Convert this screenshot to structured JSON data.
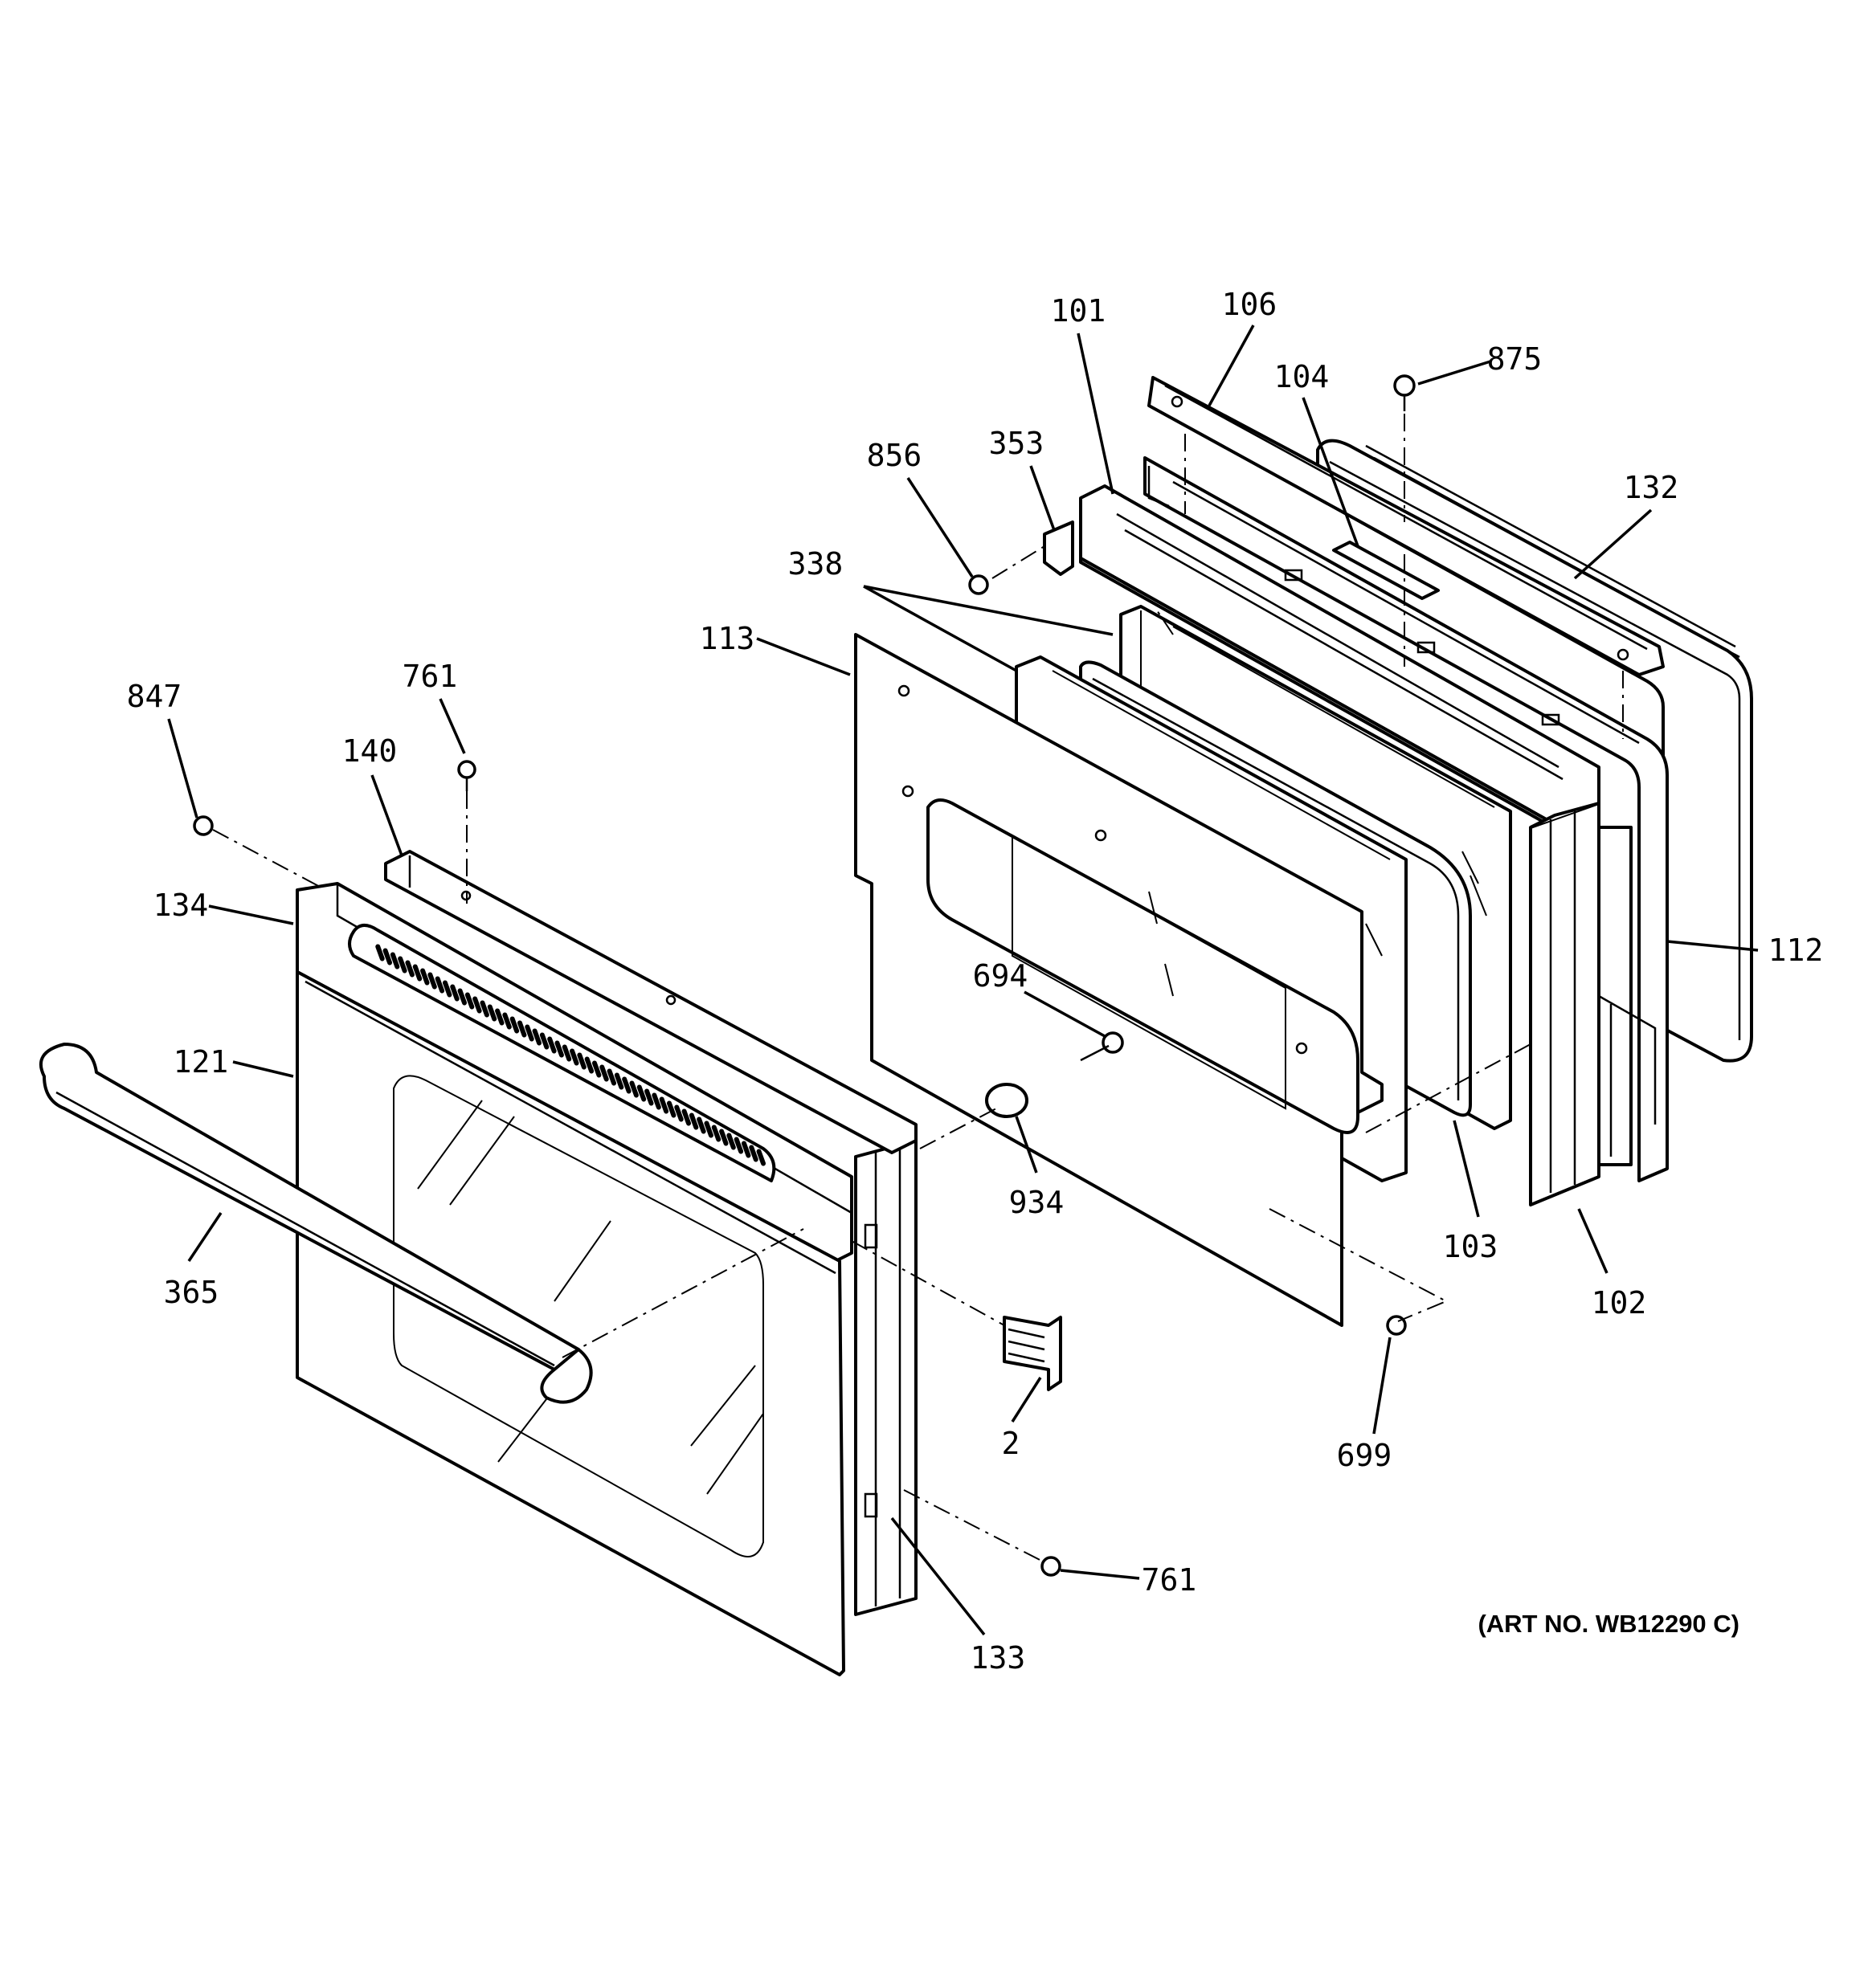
{
  "callouts": [
    {
      "id": "c101",
      "text": "101"
    },
    {
      "id": "c106",
      "text": "106"
    },
    {
      "id": "c104",
      "text": "104"
    },
    {
      "id": "c875",
      "text": "875"
    },
    {
      "id": "c132",
      "text": "132"
    },
    {
      "id": "c856",
      "text": "856"
    },
    {
      "id": "c353",
      "text": "353"
    },
    {
      "id": "c338",
      "text": "338"
    },
    {
      "id": "c113",
      "text": "113"
    },
    {
      "id": "c847",
      "text": "847"
    },
    {
      "id": "c761a",
      "text": "761"
    },
    {
      "id": "c140",
      "text": "140"
    },
    {
      "id": "c134",
      "text": "134"
    },
    {
      "id": "c121",
      "text": "121"
    },
    {
      "id": "c694",
      "text": "694"
    },
    {
      "id": "c112",
      "text": "112"
    },
    {
      "id": "c934",
      "text": "934"
    },
    {
      "id": "c103",
      "text": "103"
    },
    {
      "id": "c102",
      "text": "102"
    },
    {
      "id": "c365",
      "text": "365"
    },
    {
      "id": "c2",
      "text": "2"
    },
    {
      "id": "c699",
      "text": "699"
    },
    {
      "id": "c761b",
      "text": "761"
    },
    {
      "id": "c133",
      "text": "133"
    }
  ],
  "art_number": "(ART NO. WB12290 C)"
}
